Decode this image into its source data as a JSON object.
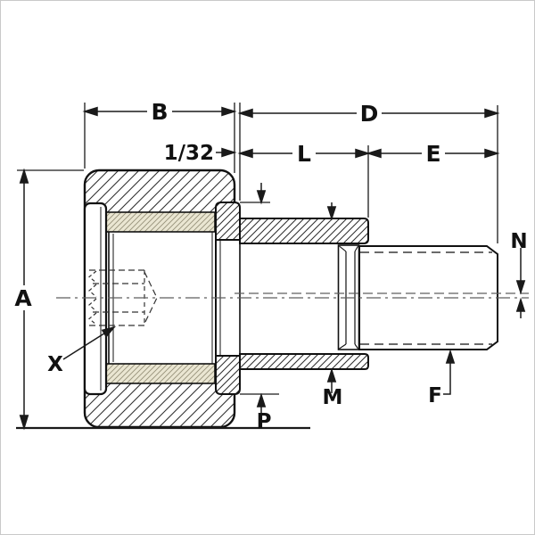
{
  "drawing": {
    "kind": "engineering-cross-section",
    "subject": "stud-type cam follower bearing",
    "labels": {
      "A": "A",
      "B": "B",
      "D": "D",
      "E": "E",
      "F": "F",
      "L": "L",
      "M": "M",
      "N": "N",
      "P": "P",
      "X": "X",
      "offset_fraction": "1/32"
    },
    "colors": {
      "line": "#1a1a1a",
      "centerline": "#5f5f5f",
      "needle_bearing_fill": "#eae6d2",
      "background": "#ffffff",
      "frame_border": "#c9c9c9"
    }
  }
}
